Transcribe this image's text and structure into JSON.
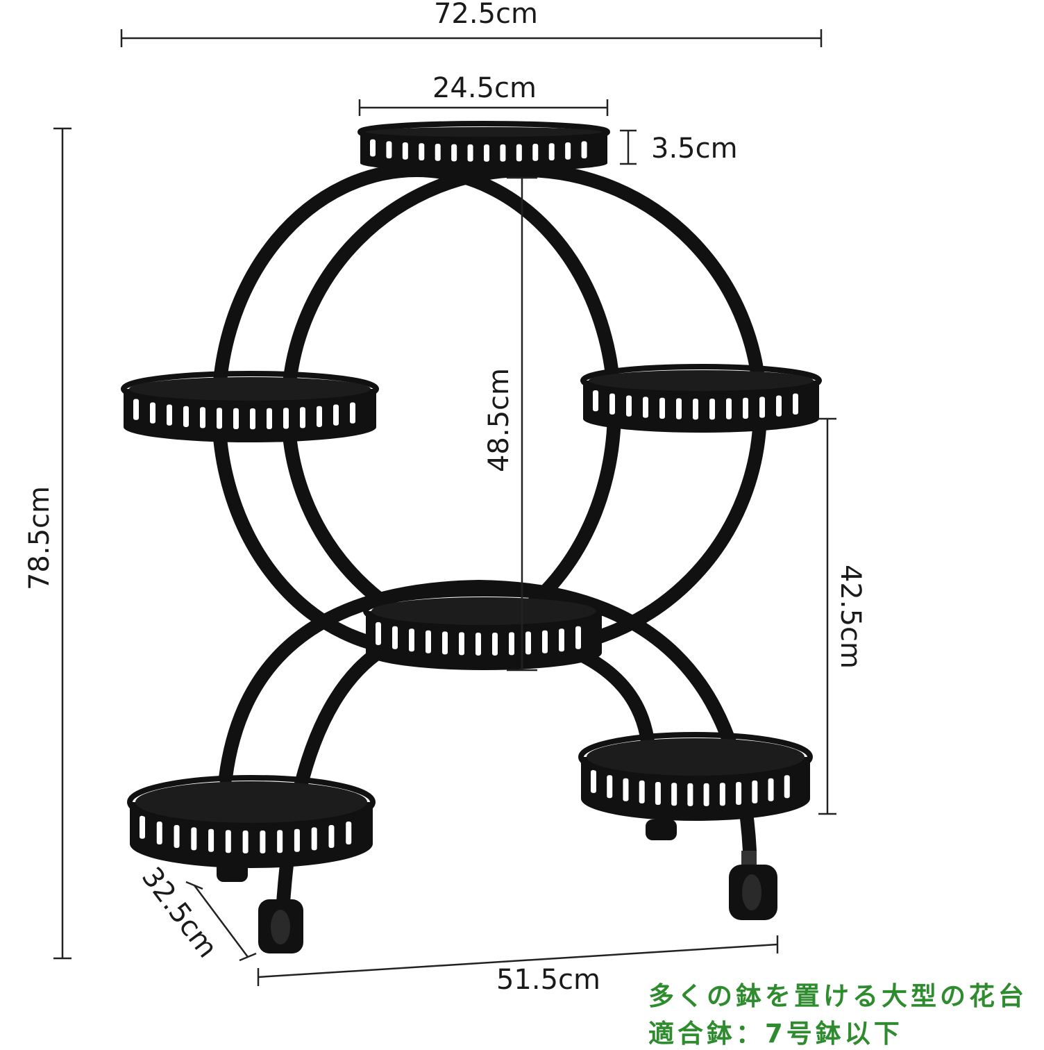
{
  "dimensions": {
    "overall_width": "72.5cm",
    "top_tray_diameter": "24.5cm",
    "tray_rim_height": "3.5cm",
    "overall_height": "78.5cm",
    "inner_height": "48.5cm",
    "side_tier_height": "42.5cm",
    "base_depth": "32.5cm",
    "base_length": "51.5cm"
  },
  "caption": {
    "line1": "多くの鉢を置ける大型の花台",
    "line2": "適合鉢：7号鉢以下"
  },
  "colors": {
    "caption": "#2e8b2e",
    "frame": "#111111",
    "dimension_line": "#222222"
  }
}
